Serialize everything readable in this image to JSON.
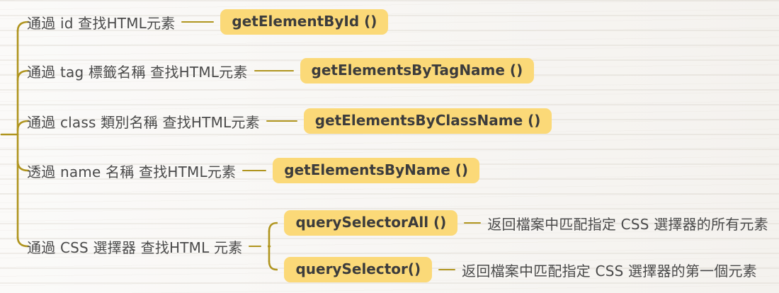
{
  "diagram": {
    "type": "mindmap",
    "topic": "finding HTML elements (DOM lookup methods)"
  },
  "colors": {
    "branch_line": "#b0951f",
    "node_background": "#fbd978",
    "node_text": "#3c3c3c",
    "label_text": "#4a4a4a",
    "page_background": "#f6f4f1"
  },
  "rows": [
    {
      "label": "通過 id 查找HTML元素",
      "method": "getElementById ()"
    },
    {
      "label": "通過 tag 標籤名稱 查找HTML元素",
      "method": "getElementsByTagName ()"
    },
    {
      "label": "通過 class 類別名稱 查找HTML元素",
      "method": "getElementsByClassName ()"
    },
    {
      "label": "透過 name 名稱 查找HTML元素",
      "method": "getElementsByName ()"
    },
    {
      "label": "通過 CSS 選擇器 查找HTML 元素",
      "children": [
        {
          "method": "querySelectorAll ()",
          "description": "返回檔案中匹配指定 CSS 選擇器的所有元素"
        },
        {
          "method": "querySelector()",
          "description": "返回檔案中匹配指定 CSS 選擇器的第一個元素"
        }
      ]
    }
  ]
}
